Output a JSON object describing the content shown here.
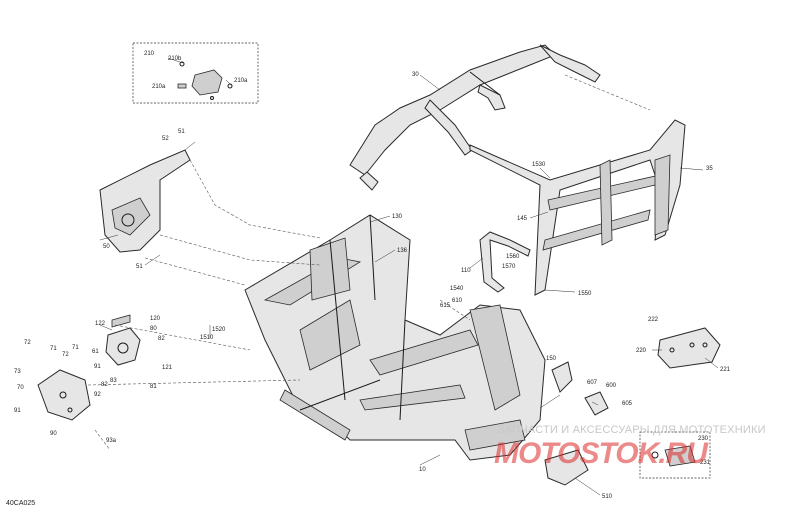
{
  "diagram": {
    "figure_code": "40CA025",
    "watermark_text": "ЗАПЧАСТИ И АКСЕССУАРЫ ДЛЯ МОТОТЕХНИКИ",
    "watermark_logo": "MOTOSTOK.RU",
    "callouts": {
      "c210": "210",
      "c210b": "210b",
      "c210a1": "210a",
      "c210a2": "210a",
      "c30": "30",
      "c35": "35",
      "c1530": "1530",
      "c145": "145",
      "c52": "52",
      "c51a": "51",
      "c50": "50",
      "c51b": "51",
      "c130": "130",
      "c136": "136",
      "c110": "110",
      "c1560": "1560",
      "c1570": "1570",
      "c1550": "1550",
      "c1540": "1540",
      "c610": "610",
      "c615": "615",
      "c122": "122",
      "c120": "120",
      "c80": "80",
      "c82": "82",
      "c1520": "1520",
      "c1510": "1510",
      "c72": "72",
      "c71a": "71",
      "c72b": "72",
      "c61": "61",
      "c73": "73",
      "c70": "70",
      "c71b": "71",
      "c91a": "91",
      "c83": "83",
      "c82b": "82",
      "c121": "121",
      "c81": "81",
      "c91b": "91",
      "c92": "92",
      "c90": "90",
      "c93a": "93a",
      "c150": "150",
      "c607": "607",
      "c600": "600",
      "c605": "605",
      "c222": "222",
      "c220": "220",
      "c221": "221",
      "c10": "10",
      "c510": "510",
      "c230": "230",
      "c231": "231"
    }
  }
}
